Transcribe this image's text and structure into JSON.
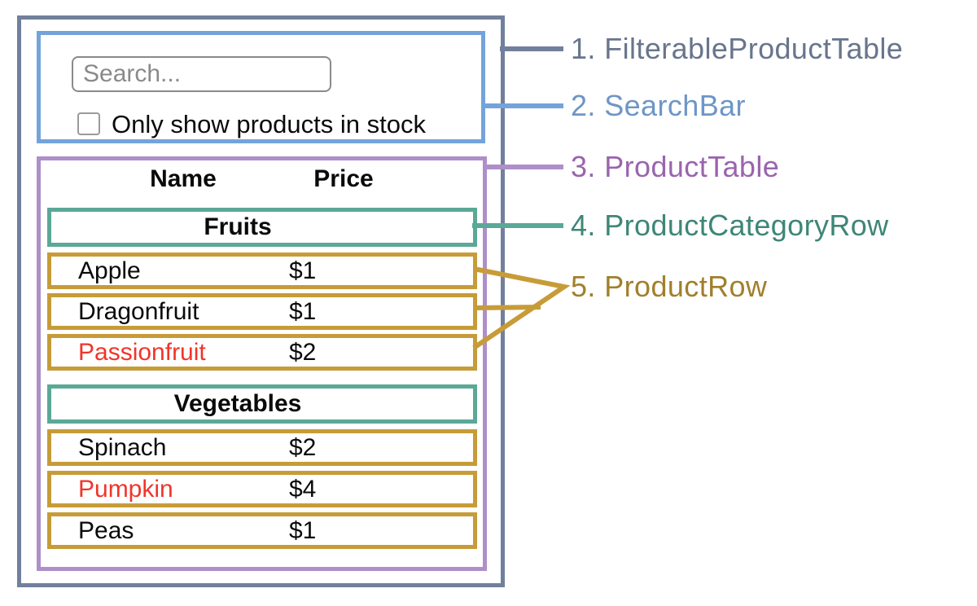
{
  "search_bar": {
    "placeholder": "Search...",
    "checkbox_label": "Only show products in stock",
    "checkbox_checked": false
  },
  "table": {
    "name_header": "Name",
    "price_header": "Price",
    "sections": [
      {
        "category": "Fruits",
        "rows": [
          {
            "name": "Apple",
            "price": "$1",
            "red": false
          },
          {
            "name": "Dragonfruit",
            "price": "$1",
            "red": false
          },
          {
            "name": "Passionfruit",
            "price": "$2",
            "red": true
          }
        ]
      },
      {
        "category": "Vegetables",
        "rows": [
          {
            "name": "Spinach",
            "price": "$2",
            "red": false
          },
          {
            "name": "Pumpkin",
            "price": "$4",
            "red": true
          },
          {
            "name": "Peas",
            "price": "$1",
            "red": false
          }
        ]
      }
    ]
  },
  "legend": [
    {
      "label": "1. FilterableProductTable",
      "color": "#68758D"
    },
    {
      "label": "2. SearchBar",
      "color": "#6E96C6"
    },
    {
      "label": "3. ProductTable",
      "color": "#9A64AE"
    },
    {
      "label": "4. ProductCategoryRow",
      "color": "#3E8677"
    },
    {
      "label": "5. ProductRow",
      "color": "#A0802C"
    }
  ],
  "colors": {
    "filterable_product_table_border": "#71809B",
    "search_bar_border": "#74A3DB",
    "product_table_border": "#AE8FC9",
    "category_row_border": "#5CA897",
    "product_row_border": "#C79C38",
    "red_product_text": "#F0352A",
    "input_border": "#8A8A8A",
    "background": "#FFFFFF"
  }
}
